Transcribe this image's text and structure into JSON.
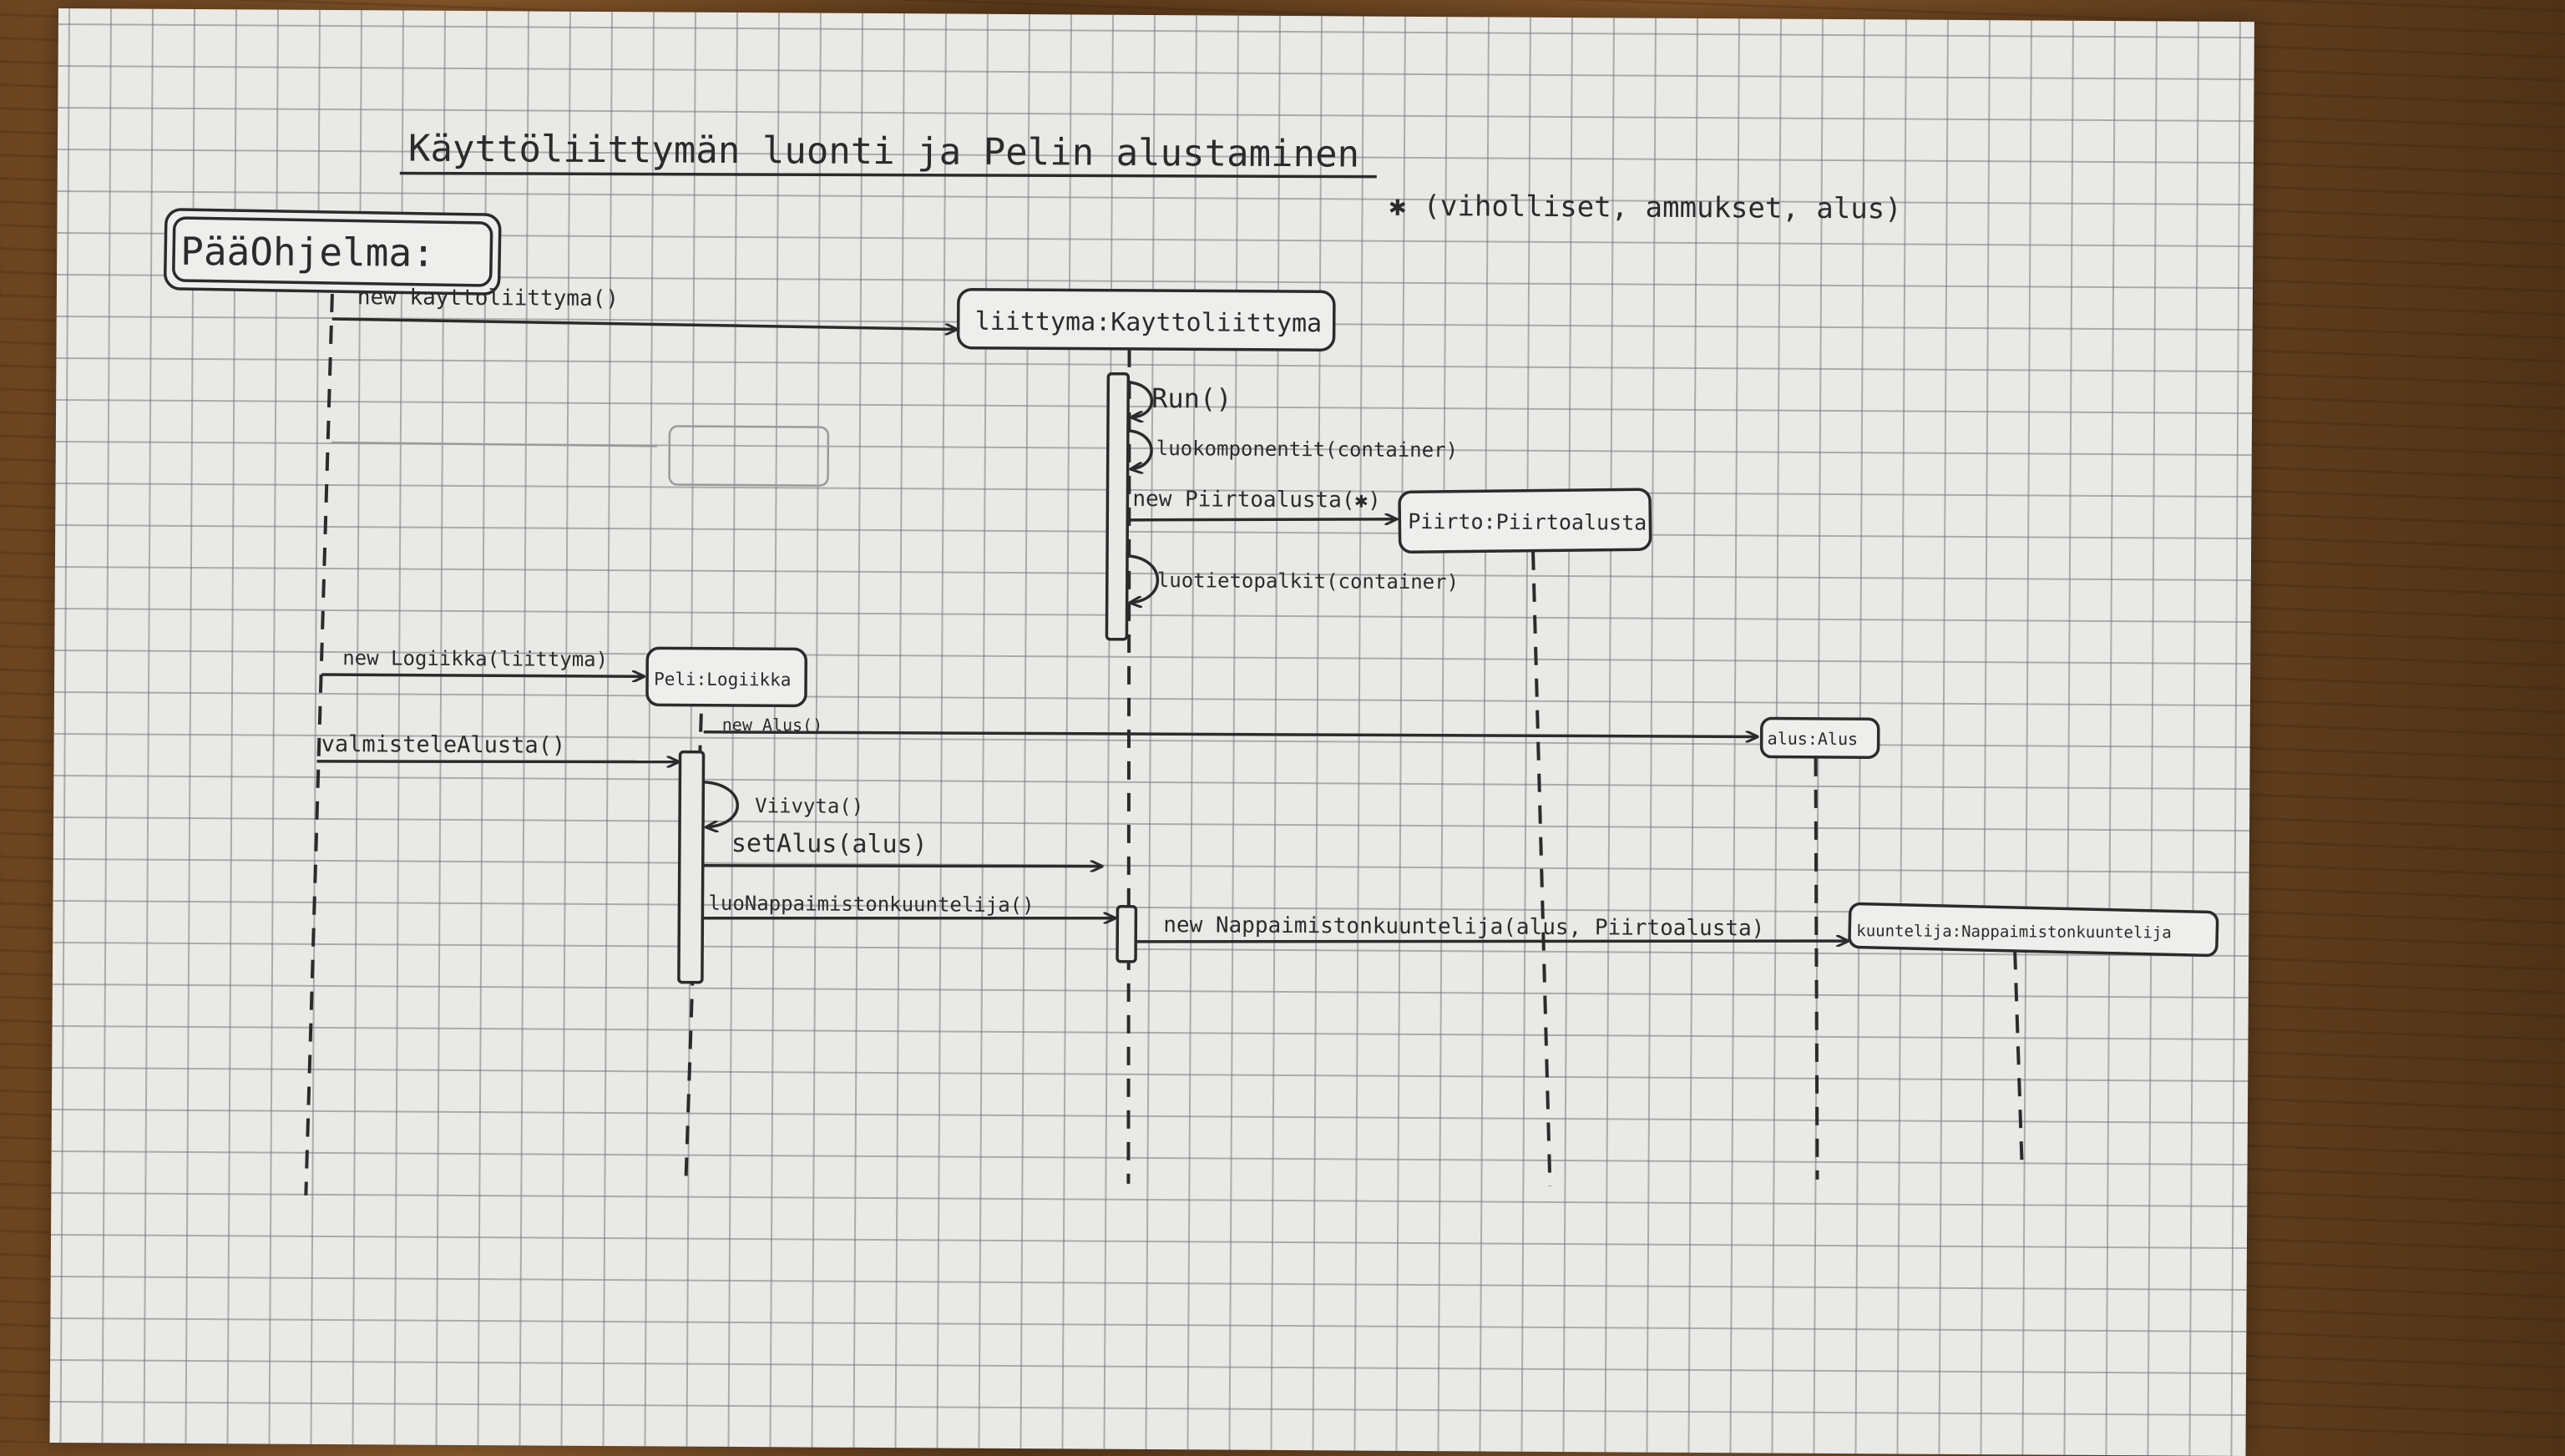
{
  "title": "Käyttöliittymän luonti ja Pelin alustaminen",
  "note": "✱ (viholliset, ammukset, alus)",
  "participants": {
    "main": "PääOhjelma:",
    "ui": "liittyma:Kayttoliittyma",
    "canvas": "Piirto:Piirtoalusta",
    "game": "Peli:Logiikka",
    "ship": "alus:Alus",
    "listener": "kuuntelija:Nappaimistonkuuntelija"
  },
  "messages": {
    "m1": "new kayttoliittyma()",
    "m2": "Run()",
    "m3": "luokomponentit(container)",
    "m4": "new Piirtoalusta(✱)",
    "m5": "luotietopalkit(container)",
    "m6": "new Logiikka(liittyma)",
    "m7": "new Alus()",
    "m8": "valmisteleAlusta()",
    "m9": "Viivyta()",
    "m10": "setAlus(alus)",
    "m11": "luoNappaimistonkuuntelija()",
    "m12": "new Nappaimistonkuuntelija(alus, Piirtoalusta)"
  },
  "colors": {
    "ink": "#2b2b2b",
    "paper": "#e9e9e6"
  }
}
